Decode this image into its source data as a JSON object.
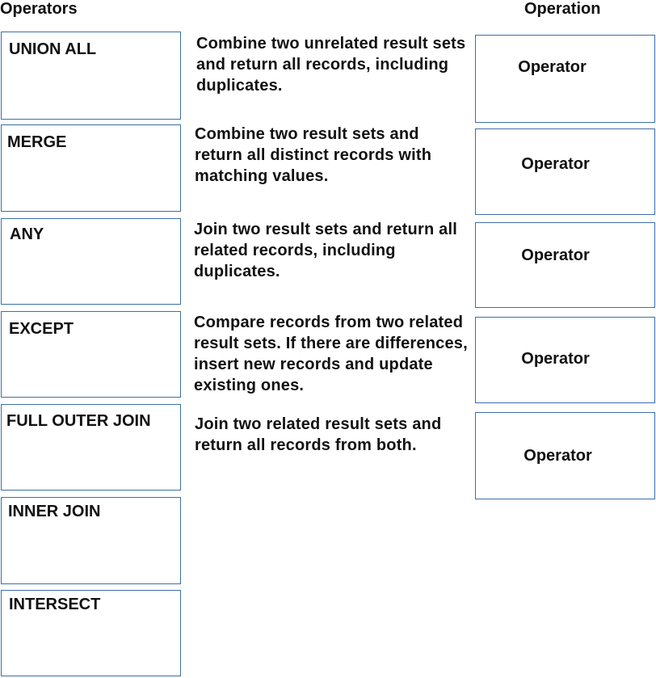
{
  "headings": {
    "operators": "Operators",
    "operation": "Operation"
  },
  "operators": [
    {
      "label": "UNION ALL"
    },
    {
      "label": "MERGE"
    },
    {
      "label": "ANY"
    },
    {
      "label": "EXCEPT"
    },
    {
      "label": "FULL OUTER JOIN"
    },
    {
      "label": "INNER JOIN"
    },
    {
      "label": "INTERSECT"
    }
  ],
  "operations": [
    {
      "description": "Combine two unrelated result sets and return all records, including duplicates.",
      "slot_label": "Operator"
    },
    {
      "description": "Combine two result sets and return all distinct records with matching values.",
      "slot_label": "Operator"
    },
    {
      "description": "Join two result sets and return all related records, including duplicates.",
      "slot_label": "Operator"
    },
    {
      "description": "Compare records from two related result sets. If there are differences, insert new records and update existing ones.",
      "slot_label": "Operator"
    },
    {
      "description": "Join two related result sets and return all records from both.",
      "slot_label": "Operator"
    }
  ]
}
